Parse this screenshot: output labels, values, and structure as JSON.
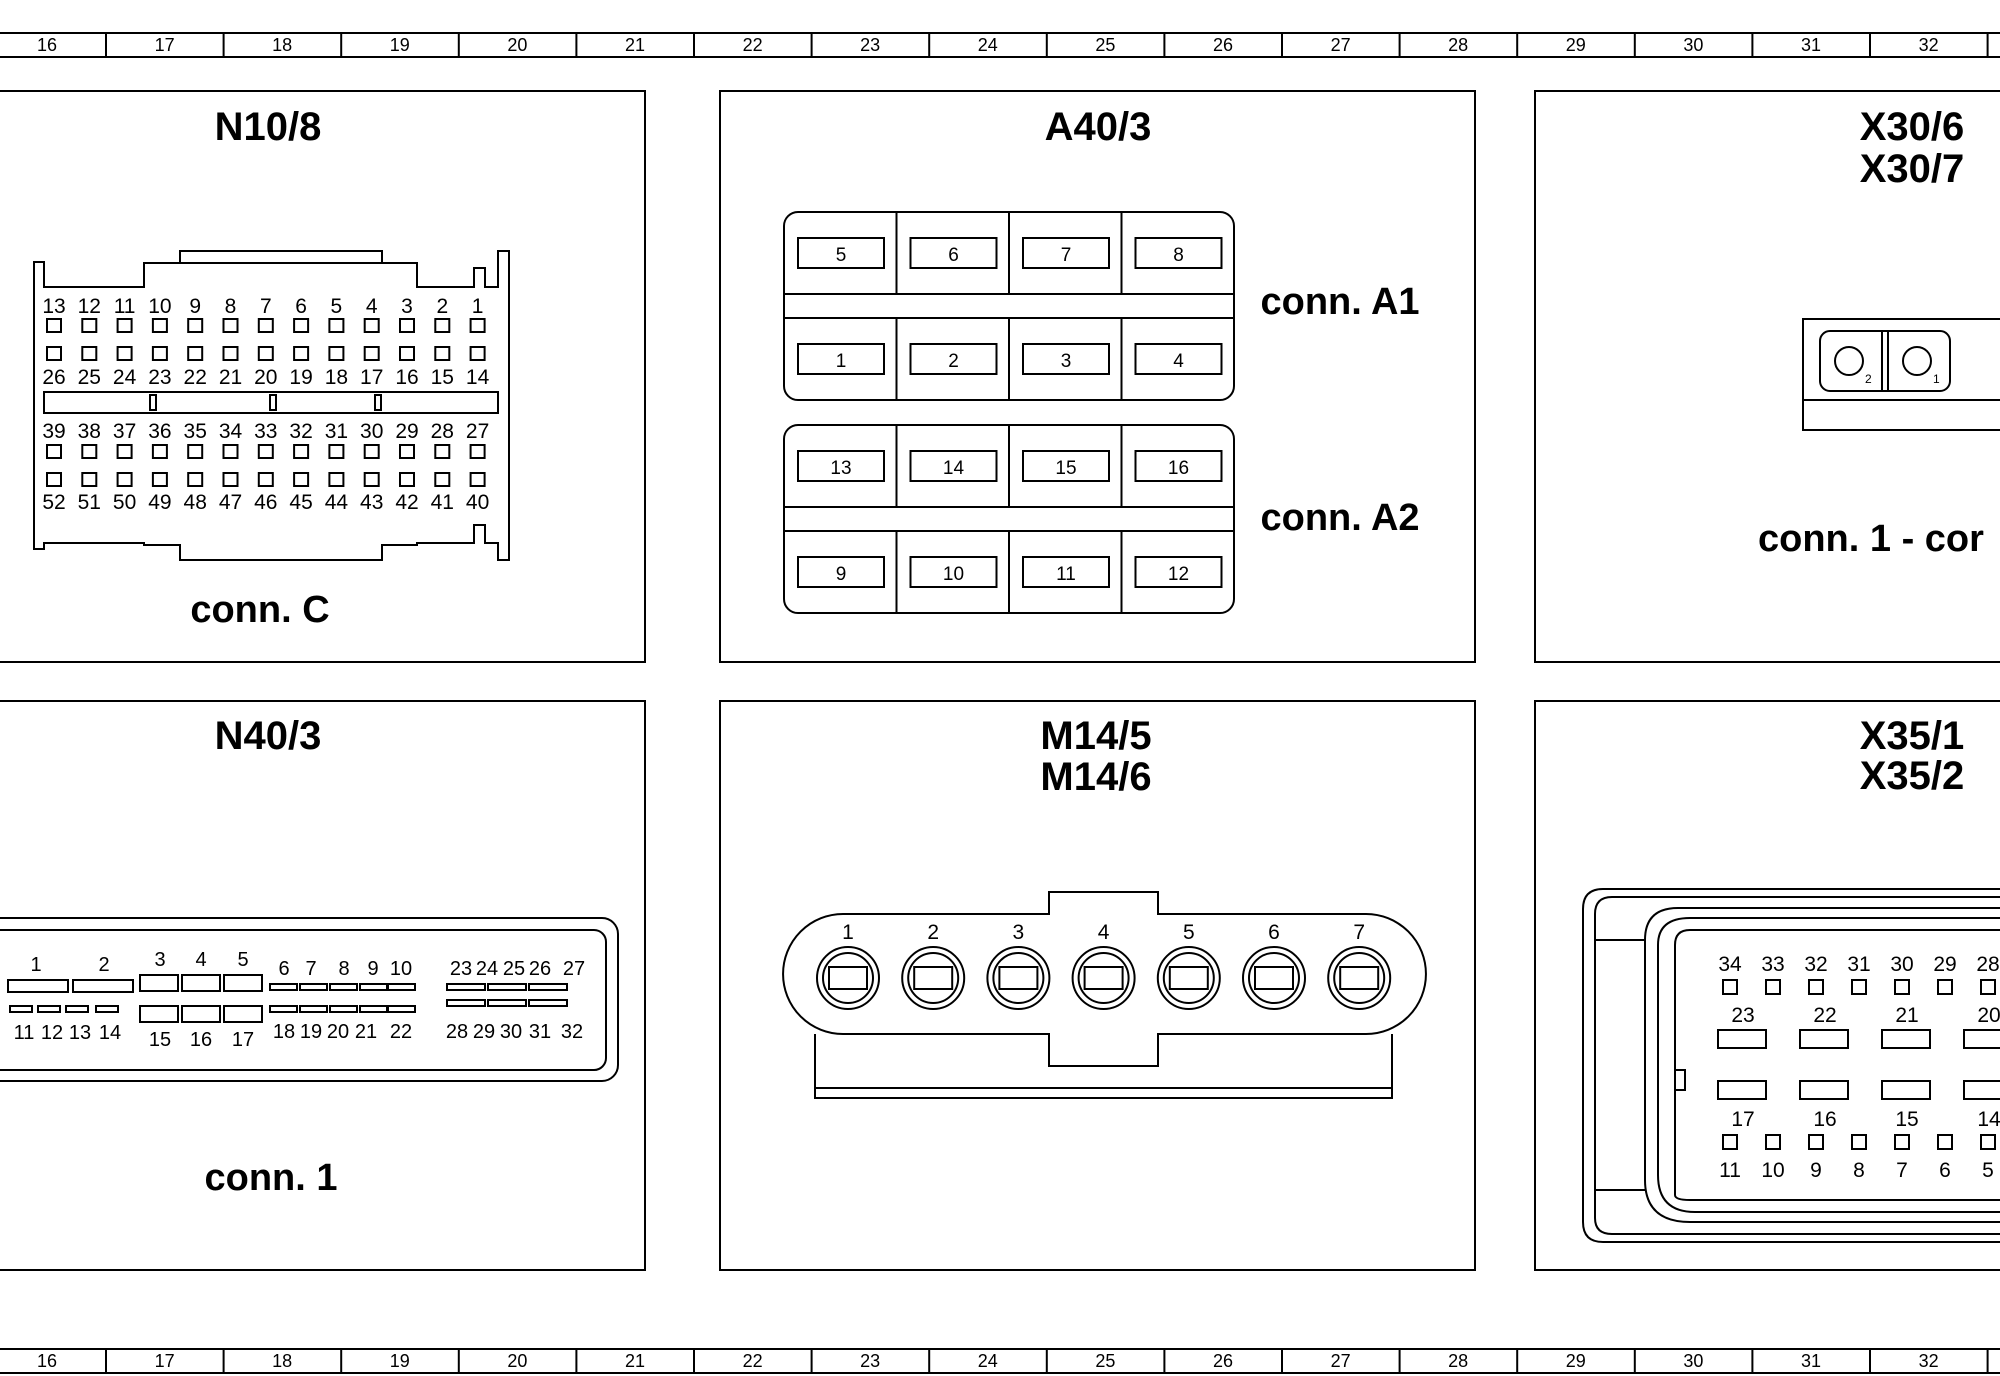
{
  "ruler_labels": [
    "16",
    "17",
    "18",
    "19",
    "20",
    "21",
    "22",
    "23",
    "24",
    "25",
    "26",
    "27",
    "28",
    "29",
    "30",
    "31",
    "32"
  ],
  "panels": {
    "n10_8": {
      "title": "N10/8",
      "connector_label": "conn. C",
      "pins_row1": [
        "13",
        "12",
        "11",
        "10",
        "9",
        "8",
        "7",
        "6",
        "5",
        "4",
        "3",
        "2",
        "1"
      ],
      "pins_row2": [
        "26",
        "25",
        "24",
        "23",
        "22",
        "21",
        "20",
        "19",
        "18",
        "17",
        "16",
        "15",
        "14"
      ],
      "pins_row3": [
        "39",
        "38",
        "37",
        "36",
        "35",
        "34",
        "33",
        "32",
        "31",
        "30",
        "29",
        "28",
        "27"
      ],
      "pins_row4": [
        "52",
        "51",
        "50",
        "49",
        "48",
        "47",
        "46",
        "45",
        "44",
        "43",
        "42",
        "41",
        "40"
      ]
    },
    "a40_3": {
      "title": "A40/3",
      "conn_a1_label": "conn. A1",
      "conn_a2_label": "conn. A2",
      "a1_top": [
        "5",
        "6",
        "7",
        "8"
      ],
      "a1_bottom": [
        "1",
        "2",
        "3",
        "4"
      ],
      "a2_top": [
        "13",
        "14",
        "15",
        "16"
      ],
      "a2_bottom": [
        "9",
        "10",
        "11",
        "12"
      ]
    },
    "x30": {
      "title_line1": "X30/6",
      "title_line2": "X30/7",
      "connector_label": "conn. 1 - cor",
      "pin_subscripts": [
        "2",
        "1"
      ]
    },
    "n40_3": {
      "title": "N40/3",
      "connector_label": "conn. 1",
      "top_pins": [
        "1",
        "2",
        "3",
        "4",
        "5",
        "6",
        "7",
        "8",
        "9",
        "10",
        "23",
        "24",
        "25",
        "26",
        "27"
      ],
      "bottom_pins": [
        "11",
        "12",
        "13",
        "14",
        "15",
        "16",
        "17",
        "18",
        "19",
        "20",
        "21",
        "22",
        "28",
        "29",
        "30",
        "31",
        "32"
      ]
    },
    "m14": {
      "title_line1": "M14/5",
      "title_line2": "M14/6",
      "pins": [
        "1",
        "2",
        "3",
        "4",
        "5",
        "6",
        "7"
      ]
    },
    "x35": {
      "title_line1": "X35/1",
      "title_line2": "X35/2",
      "row1": [
        "34",
        "33",
        "32",
        "31",
        "30",
        "29",
        "28"
      ],
      "row2": [
        "23",
        "22",
        "21",
        "20"
      ],
      "row3": [
        "17",
        "16",
        "15",
        "14"
      ],
      "row4": [
        "11",
        "10",
        "9",
        "8",
        "7",
        "6",
        "5"
      ]
    }
  }
}
